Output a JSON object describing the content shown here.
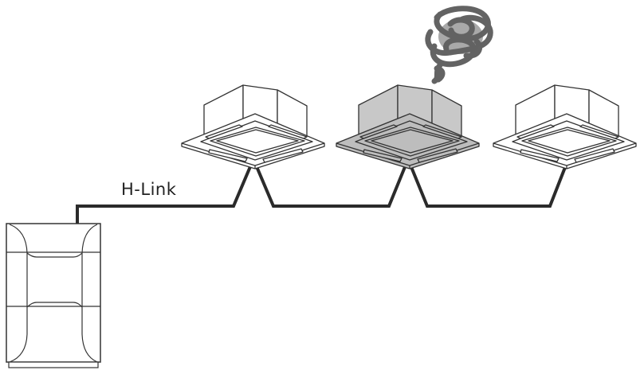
{
  "diagram": {
    "link_label": "H-Link",
    "units": [
      {
        "name": "indoor-unit-1",
        "state": "normal"
      },
      {
        "name": "indoor-unit-2",
        "state": "smoke"
      },
      {
        "name": "indoor-unit-3",
        "state": "normal"
      }
    ],
    "outdoor_unit": {
      "name": "outdoor-unit"
    }
  },
  "colors": {
    "line": "#333333",
    "wire": "#2b2b2b",
    "highlight_box": "#c8c8c8",
    "highlight_panel": "#bdbdbd",
    "smoke": "#636363"
  }
}
